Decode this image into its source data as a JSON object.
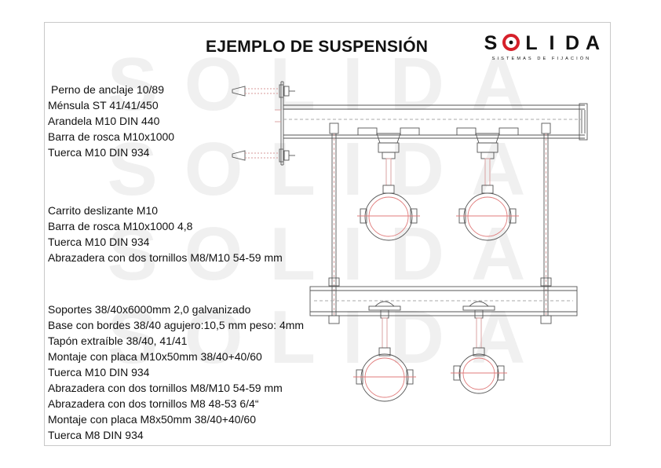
{
  "title": "EJEMPLO DE SUSPENSIÓN",
  "logo": {
    "letters": [
      "S",
      "O",
      "L",
      "I",
      "D",
      "A"
    ],
    "tagline": "SISTEMAS DE FIJACIÓN",
    "brand_color": "#d6202a",
    "text_color": "#111111"
  },
  "watermark": {
    "text": "SOLIDA",
    "color": "#f0f0f0"
  },
  "diagram_colors": {
    "steel_line": "#555555",
    "rubber_lining": "#e07b7b",
    "hidden_thread": "#d79a9a"
  },
  "groups": [
    {
      "items": [
        "Perno de anclaje 10/89",
        "Ménsula ST 41/41/450",
        "Arandela M10 DIN 440",
        "Barra de rosca M10x1000",
        "Tuerca M10 DIN 934"
      ]
    },
    {
      "items": [
        "Carrito deslizante M10",
        "Barra de rosca M10x1000 4,8",
        "Tuerca M10 DIN 934",
        "Abrazadera con dos tornillos M8/M10 54-59 mm"
      ]
    },
    {
      "items": [
        "Soportes 38/40x6000mm 2,0 galvanizado",
        "Base con bordes 38/40 agujero:10,5 mm peso: 4mm",
        "Tapón extraíble 38/40, 41/41",
        "Montaje con placa M10x50mm 38/40+40/60",
        "Tuerca M10 DIN 934",
        "Abrazadera con dos tornillos M8/M10 54-59 mm",
        "Abrazadera con dos tornillos M8 48-53 6/4“",
        "Montaje con placa M8x50mm 38/40+40/60",
        "Tuerca M8 DIN 934"
      ]
    }
  ]
}
